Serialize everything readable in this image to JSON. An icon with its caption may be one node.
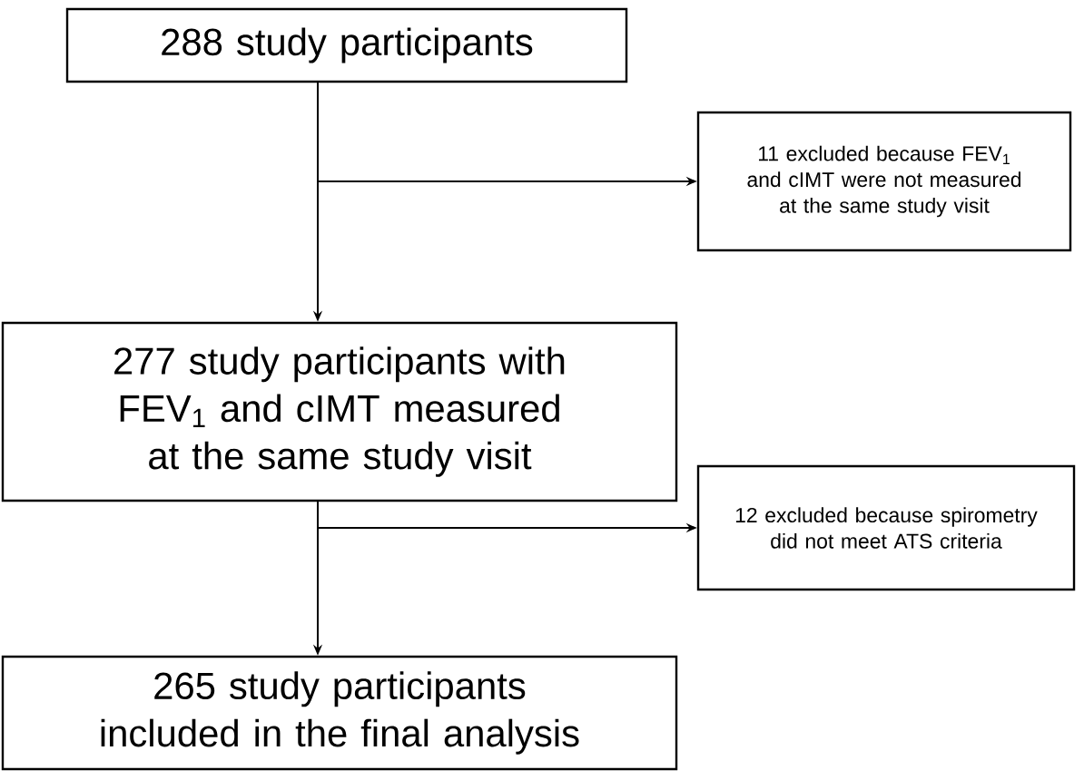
{
  "diagram": {
    "nodes": [
      {
        "text": [
          "288 study participants"
        ]
      },
      {
        "text": [
          "11 excluded because FEV$_{1}$ and cIMT were not measured at the same study visit"
        ]
      },
      {
        "text": [
          "277 study participants with FEV$_{1}$ and cIMT measured at the same study visit"
        ]
      },
      {
        "text": [
          "12 excluded because spirometry did not meet ATS criteria"
        ]
      },
      {
        "text": [
          "265 study participants included in the final analysis"
        ]
      }
    ],
    "edges": [
      {
        "from": 0,
        "to": 2,
        "arrow": "to"
      },
      {
        "from": 0,
        "to": 1,
        "arrow": "to"
      },
      {
        "from": 2,
        "to": 4,
        "arrow": "to"
      },
      {
        "from": 2,
        "to": 3,
        "arrow": "to"
      }
    ]
  }
}
